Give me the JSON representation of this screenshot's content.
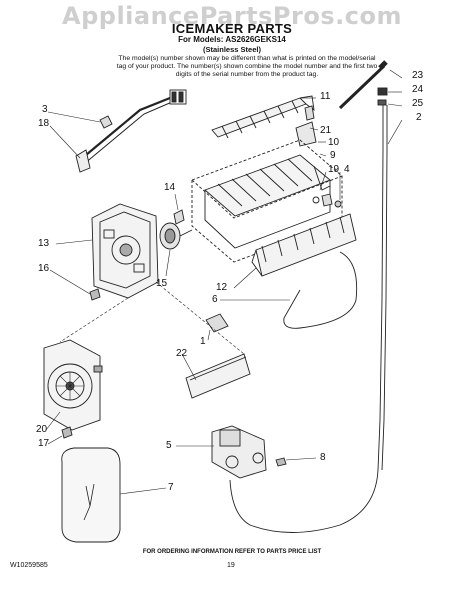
{
  "watermark": "AppliancePartsPros.com",
  "header": {
    "title": "ICEMAKER PARTS",
    "models": "For Models: AS2626GEKS14",
    "subtitle": "(Stainless Steel)",
    "note": "The model(s) number shown may be different than what is printed on the model/serial tag of your product. The number(s) shown combine the model number and the first two digits of the serial number from the product tag."
  },
  "callouts": {
    "c23": "23",
    "c24": "24",
    "c25": "25",
    "c2": "2",
    "c3": "3",
    "c18": "18",
    "c11": "11",
    "c21": "21",
    "c10": "10",
    "c9": "9",
    "c19": "19",
    "c4": "4",
    "c14": "14",
    "c13": "13",
    "c15": "15",
    "c16": "16",
    "c12": "12",
    "c6": "6",
    "c1": "1",
    "c22": "22",
    "c20": "20",
    "c17": "17",
    "c5": "5",
    "c8": "8",
    "c7": "7"
  },
  "footer": {
    "ordering": "FOR ORDERING INFORMATION REFER TO PARTS PRICE LIST",
    "doc_number": "W10259585",
    "page": "19"
  }
}
